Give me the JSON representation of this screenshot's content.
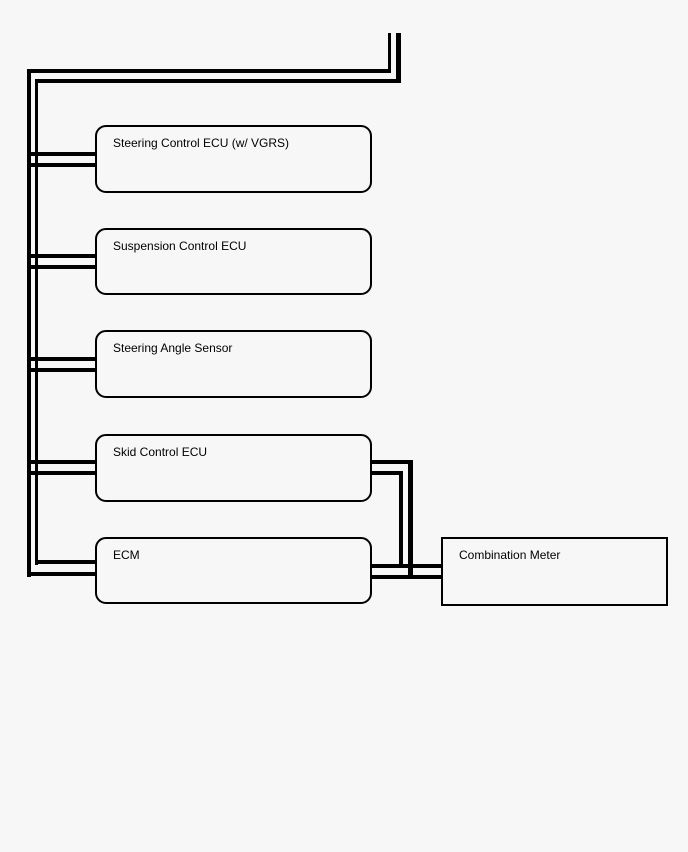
{
  "diagram": {
    "type": "wiring-block-diagram",
    "bus_style": "double-line-twisted-pair",
    "nodes": [
      {
        "id": "steering-control-ecu",
        "label": "Steering Control ECU (w/ VGRS)",
        "shape": "rounded"
      },
      {
        "id": "suspension-control-ecu",
        "label": "Suspension Control ECU",
        "shape": "rounded"
      },
      {
        "id": "steering-angle-sensor",
        "label": "Steering Angle Sensor",
        "shape": "rounded"
      },
      {
        "id": "skid-control-ecu",
        "label": "Skid Control ECU",
        "shape": "rounded"
      },
      {
        "id": "ecm",
        "label": "ECM",
        "shape": "rounded"
      },
      {
        "id": "combination-meter",
        "label": "Combination Meter",
        "shape": "square"
      }
    ],
    "edges": [
      {
        "from": "main-bus",
        "to": "steering-control-ecu"
      },
      {
        "from": "main-bus",
        "to": "suspension-control-ecu"
      },
      {
        "from": "main-bus",
        "to": "steering-angle-sensor"
      },
      {
        "from": "main-bus",
        "to": "skid-control-ecu"
      },
      {
        "from": "main-bus",
        "to": "ecm"
      },
      {
        "from": "skid-control-ecu",
        "to": "combination-meter"
      },
      {
        "from": "ecm",
        "to": "combination-meter"
      }
    ],
    "colors": {
      "line": "#000000",
      "background": "#f7f7f7",
      "box_border": "#000000",
      "text": "#000000"
    }
  }
}
